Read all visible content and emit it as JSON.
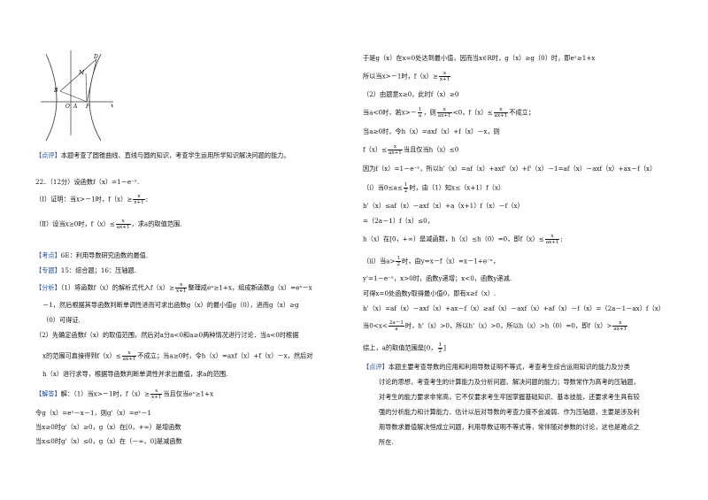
{
  "figure": {
    "labels": {
      "D": "D",
      "M": "M",
      "B": "B",
      "O": "O",
      "A": "A",
      "F": "F",
      "x": "x"
    }
  },
  "left": {
    "dianping_tag": "【点评】",
    "dianping_text": "本题考查了圆锥曲线、直线与圆的知识，考查学生运用所学知识解决问题的能力。",
    "q22": "22．（12分）设函数f（x）=1－e⁻ˣ.",
    "q22_1a": "（Ⅰ）证明：当x>－1时，f（x）≥",
    "q22_1b": ";",
    "q22_2a": "（Ⅱ）设当x≥0时，f（x）≤",
    "q22_2b": "，求a的取值范围.",
    "kaodian_tag": "【考点】",
    "kaodian_text": "6E：利用导数研究函数的最值.",
    "zhuanti_tag": "【专题】",
    "zhuanti_text": "15：综合题；16：压轴题.",
    "fenxi_tag": "【分析】",
    "fenxi_1a": "（1）将函数f（x）的解析式代入f（x）≥",
    "fenxi_1b": "整理成eˣ≥1+x，组成新函数g（x）=eˣ－x",
    "fenxi_2": "－1，然后根据其导函数判断单调性进而可求出函数g（x）的最小值g（0），进而g（x）≥g",
    "fenxi_3": "（0）可得证.",
    "fenxi_4": "（2）先确定函数f（x）的取值范围，然后对a分a<0和a≥0两种情况进行讨论．当a<0时根据",
    "fenxi_5a": "x的范围可直接得到f（x）≤",
    "fenxi_5b": "不成立；当a≥0时，令h（x）=axf（x）+f（x）－x，然后对",
    "fenxi_6": "h（x）进行求导，根据导函数判断单调性并求出最值，求a的范围.",
    "jieda_tag": "【解答】",
    "jieda_1a": "解：（1）当x>－1时，f（x）≥",
    "jieda_1b": "当且仅当eˣ≥1+x",
    "jieda_2": "令g（x）=eˣ－x－1，则g'（x）=eˣ－1",
    "jieda_3": "当x≥0时g'（x）≥0，g（x）在[0，+∞）是增函数",
    "jieda_4": "当x≤0时g'（x）≤0，g（x）在（－∞，0]是减函数"
  },
  "right": {
    "r1": "于是g（x）在x=0处达到最小值，因而当x∈R时，g（x）≥g（0）时，即eˣ≥1+x",
    "r2a": "所以当x>－1时，f（x）≥",
    "r3": "（2）由题意x≥0，此时f（x）≥0",
    "r4a": "当a<0时，若x>－",
    "r4b": "，则",
    "r4c": "<0，f（x）≤",
    "r4d": "不成立；",
    "r5": "当a≥0时，令h（x）=axf（x）+f（x）－x，则",
    "r6a": "f（x）≤",
    "r6b": "当且仅当h（x）≤0",
    "r7": "因为f（x）=1－e⁻ˣ，所以h'（x）=af（x）+axf'（x）+f'（x）－1=af（x）－axf（x）+ax－f（x）",
    "r8a": "（i）当0≤a≤",
    "r8b": "时，由（1）知x≤（x+1）f（x）",
    "r9": "h'（x）≤af（x）－axf（x）+a（x+1）f（x）－f（x）",
    "r10": "=（2a－1）f（x）≤0，",
    "r11a": "h（x）在[0，+∞）是减函数，h（x）≤h（0）=0，即f（x）≤",
    "r11b": ";",
    "r12a": "（ii）当a>",
    "r12b": "时，由y=x－f（x）=x－1+e⁻ˣ，",
    "r13": "y'=1－e⁻ˣ，x>0时，函数y递增；x<0，函数y递减.",
    "r14": "可得x=0处函数y取得最小值0，即有x≥f（x）.",
    "r15": "h'（x）=af（x）－axf（x）+ax－f（x）≥af（x）－axf（x）+af（x）－f（x）=（2a－1－ax）f（x）",
    "r16a": "当0<x<",
    "r16b": "时，h'（x）>0，所以h'（x）>0，所以h（x）>h（0）=0，即f（x）>",
    "r17a": "综上，a的取值范围是[0，",
    "r17b": "]",
    "dianping_tag": "【点评】",
    "dp1": "本题主要考查导数的应用和利用导数证明不等式，考查考生综合运用知识的能力及分类",
    "dp2": "讨论的思想，考查考生的计算能力及分析问题、解决问题的能力；导数常作为高考的压轴题，",
    "dp3": "对考生的能力要求非常高，它不仅要求考生牢固掌握基础知识、基本技能，还要求考生具有较",
    "dp4": "强的分析能力和计算能力．估计以后对导数的考查力度不会减弱．作为压轴题，主要是涉及利",
    "dp5": "用导数求最值解决恒成立问题，利用导数证明不等式等，常伴随对参数的讨论，这也是难点之",
    "dp6": "所在."
  },
  "fractions": {
    "x_over_x1": {
      "n": "x",
      "d": "x+1"
    },
    "x_over_ax1": {
      "n": "x",
      "d": "ax+1"
    },
    "one_over_a": {
      "n": "1",
      "d": "a"
    },
    "one_over_two": {
      "n": "1",
      "d": "2"
    },
    "twoa1_over_a": {
      "n": "2a－1",
      "d": "a"
    }
  }
}
